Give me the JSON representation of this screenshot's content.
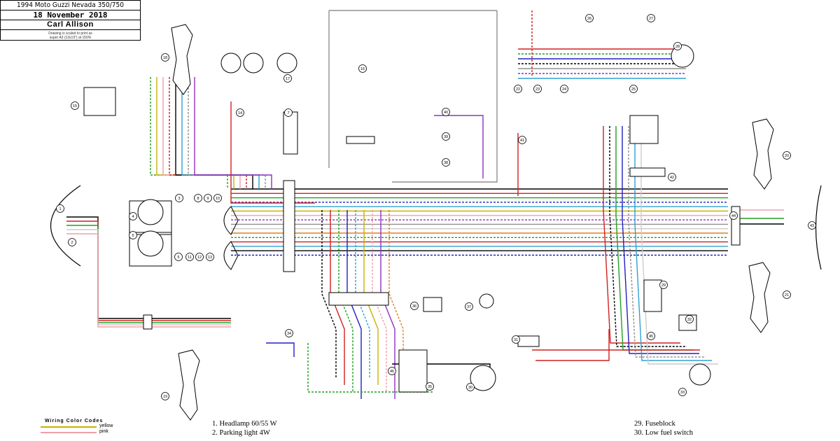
{
  "title_block": {
    "model": "1994 Moto Guzzi Nevada 350/750",
    "date": "18 November 2018",
    "author": "Carl Allison",
    "note_line1": "Drawing is scaled to print as",
    "note_line2": "super A3 (13x19\") at 150%"
  },
  "legend": {
    "title": "Wiring Color Codes",
    "items": [
      {
        "name": "yellow",
        "color": "#c8b400"
      },
      {
        "name": "pink",
        "color": "#f0a0a8"
      }
    ]
  },
  "parts_list": {
    "left": [
      "1. Headlamp 60/55 W",
      "2. Parking light 4W"
    ],
    "right": [
      "29. Fuseblock",
      "30. Low fuel switch"
    ]
  },
  "wire_colors": {
    "black": "#000000",
    "red": "#d02020",
    "green": "#20a020",
    "blue": "#2020c0",
    "lightblue": "#30a0d0",
    "yellow": "#c8b400",
    "pink": "#f0a0a8",
    "purple": "#9030c0",
    "grey": "#909090",
    "white": "#cccccc",
    "orange": "#e08020"
  },
  "component_labels": [
    "1",
    "2",
    "3",
    "4",
    "5",
    "6",
    "7",
    "8",
    "9",
    "10",
    "11",
    "12",
    "13",
    "14",
    "15",
    "16",
    "17",
    "18",
    "19",
    "20",
    "21",
    "22",
    "23",
    "24",
    "25",
    "26",
    "27",
    "28",
    "29",
    "30",
    "31",
    "32",
    "33",
    "34",
    "35",
    "36",
    "37",
    "38",
    "39",
    "40",
    "41",
    "42",
    "43",
    "44",
    "45",
    "46"
  ]
}
